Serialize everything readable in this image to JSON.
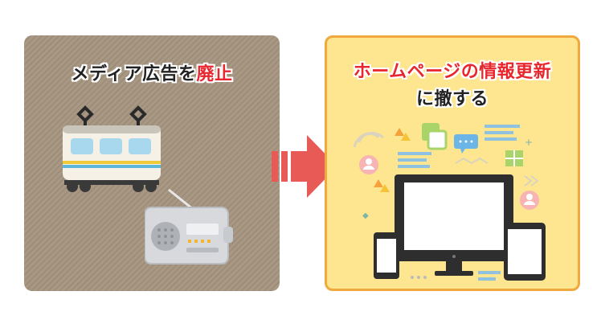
{
  "left_panel": {
    "title_prefix": "メディア広告を",
    "title_highlight": "廃止"
  },
  "right_panel": {
    "title_highlight": "ホームページの情報更新",
    "title_suffix": "に撤する"
  },
  "colors": {
    "left_bg": "#a59580",
    "right_bg": "#fde68f",
    "right_border": "#f0a93f",
    "arrow": "#e85a55",
    "accent_red": "#e8262d"
  },
  "icons": [
    "train-icon",
    "radio-icon",
    "arrow-right-icon",
    "monitor-icon",
    "tablet-icon",
    "phone-icon",
    "user-avatar-icon",
    "wifi-icon",
    "chat-bubble-icon"
  ]
}
